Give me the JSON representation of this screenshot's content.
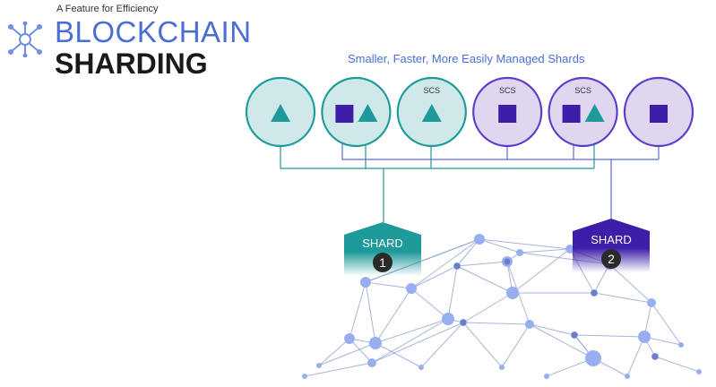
{
  "header": {
    "kicker": "A Feature for Efficiency",
    "title_line1": "BLOCKCHAIN",
    "title_line2": "SHARDING"
  },
  "subtitle": "Smaller, Faster, More Easily Managed Shards",
  "colors": {
    "teal": "#1f9a9a",
    "teal_fill": "#cfe9ea",
    "purple": "#3d1ea8",
    "purple_fill": "#e0d6f0",
    "network_node": "#98aef0",
    "network_edge": "#8a9ccc",
    "title_blue": "#4a6fd4"
  },
  "circles": [
    {
      "group": "teal",
      "label": "",
      "shapes": [
        "triangle"
      ]
    },
    {
      "group": "teal",
      "label": "",
      "shapes": [
        "square",
        "triangle"
      ]
    },
    {
      "group": "teal",
      "label": "SCS",
      "shapes": [
        "triangle"
      ]
    },
    {
      "group": "purple",
      "label": "SCS",
      "shapes": [
        "square"
      ]
    },
    {
      "group": "purple",
      "label": "SCS",
      "shapes": [
        "square",
        "triangle"
      ]
    },
    {
      "group": "purple",
      "label": "",
      "shapes": [
        "square"
      ]
    }
  ],
  "shards": [
    {
      "label": "SHARD",
      "number": "1",
      "color": "teal"
    },
    {
      "label": "SHARD",
      "number": "2",
      "color": "purple"
    }
  ]
}
